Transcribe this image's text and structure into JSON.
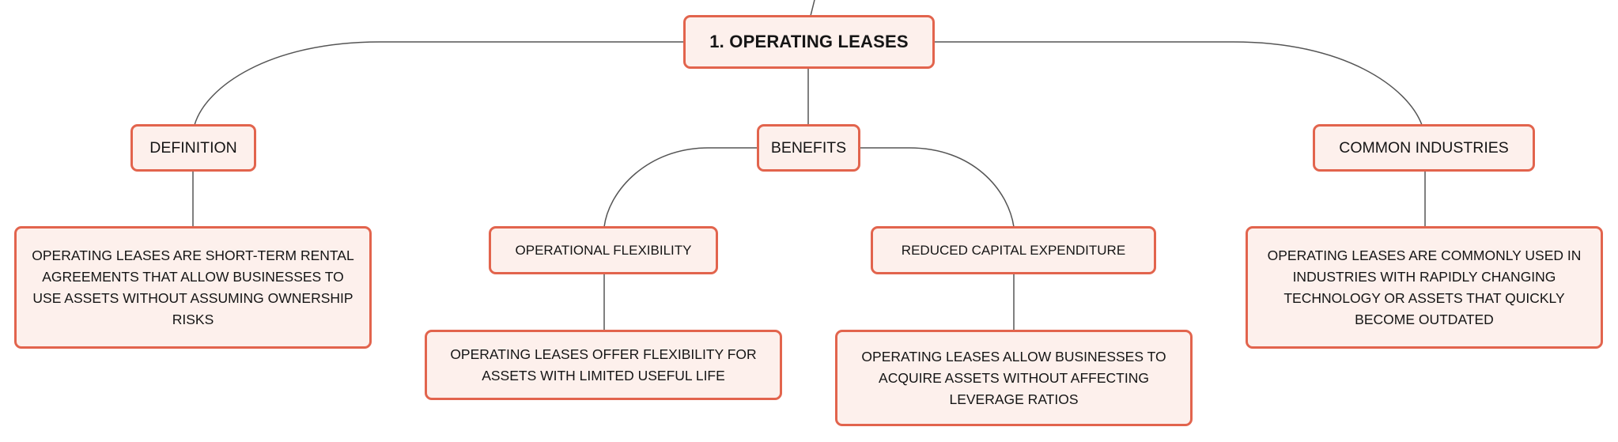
{
  "colors": {
    "node_border": "#e2644d",
    "node_fill": "#fdf0ec",
    "connector": "#555555",
    "text": "#151515"
  },
  "mindmap": {
    "root": {
      "label": "1. OPERATING LEASES"
    },
    "definition": {
      "label": "DEFINITION",
      "detail": "OPERATING LEASES ARE SHORT-TERM RENTAL AGREEMENTS THAT ALLOW BUSINESSES TO USE ASSETS WITHOUT ASSUMING OWNERSHIP RISKS"
    },
    "benefits": {
      "label": "BENEFITS",
      "items": [
        {
          "label": "OPERATIONAL FLEXIBILITY",
          "detail": "OPERATING LEASES OFFER FLEXIBILITY FOR ASSETS WITH LIMITED USEFUL LIFE"
        },
        {
          "label": "REDUCED CAPITAL EXPENDITURE",
          "detail": "OPERATING LEASES ALLOW BUSINESSES TO ACQUIRE ASSETS WITHOUT AFFECTING LEVERAGE RATIOS"
        }
      ]
    },
    "common_industries": {
      "label": "COMMON INDUSTRIES",
      "detail": "OPERATING LEASES ARE COMMONLY USED IN INDUSTRIES WITH RAPIDLY CHANGING TECHNOLOGY OR ASSETS THAT QUICKLY BECOME OUTDATED"
    }
  }
}
